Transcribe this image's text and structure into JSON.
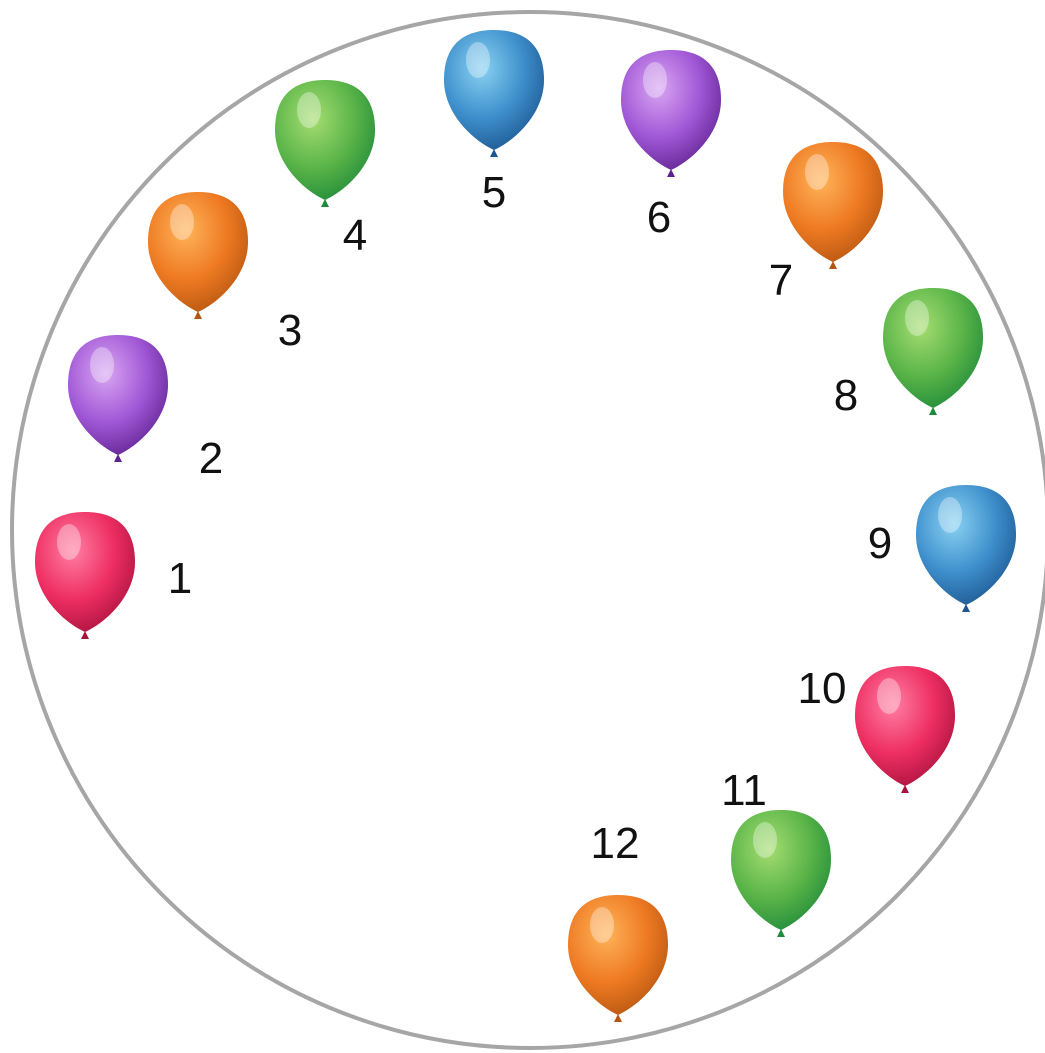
{
  "balloons": [
    {
      "label": "1",
      "color": "pink"
    },
    {
      "label": "2",
      "color": "purple"
    },
    {
      "label": "3",
      "color": "orange"
    },
    {
      "label": "4",
      "color": "green"
    },
    {
      "label": "5",
      "color": "blue"
    },
    {
      "label": "6",
      "color": "purple"
    },
    {
      "label": "7",
      "color": "orange"
    },
    {
      "label": "8",
      "color": "green"
    },
    {
      "label": "9",
      "color": "blue"
    },
    {
      "label": "10",
      "color": "pink"
    },
    {
      "label": "11",
      "color": "green"
    },
    {
      "label": "12",
      "color": "orange"
    }
  ],
  "palette": {
    "pink": {
      "light": "#ff7fa3",
      "mid": "#ee2e62",
      "dark": "#a8123e"
    },
    "purple": {
      "light": "#d8a6f2",
      "mid": "#a157d6",
      "dark": "#5e2390"
    },
    "orange": {
      "light": "#ffb45a",
      "mid": "#ee7a22",
      "dark": "#b55511"
    },
    "green": {
      "light": "#a6dd72",
      "mid": "#5bb548",
      "dark": "#1f8a3a"
    },
    "blue": {
      "light": "#8ad2f2",
      "mid": "#3e8fcc",
      "dark": "#1c5690"
    }
  },
  "ring_color": "#a6a6a6"
}
